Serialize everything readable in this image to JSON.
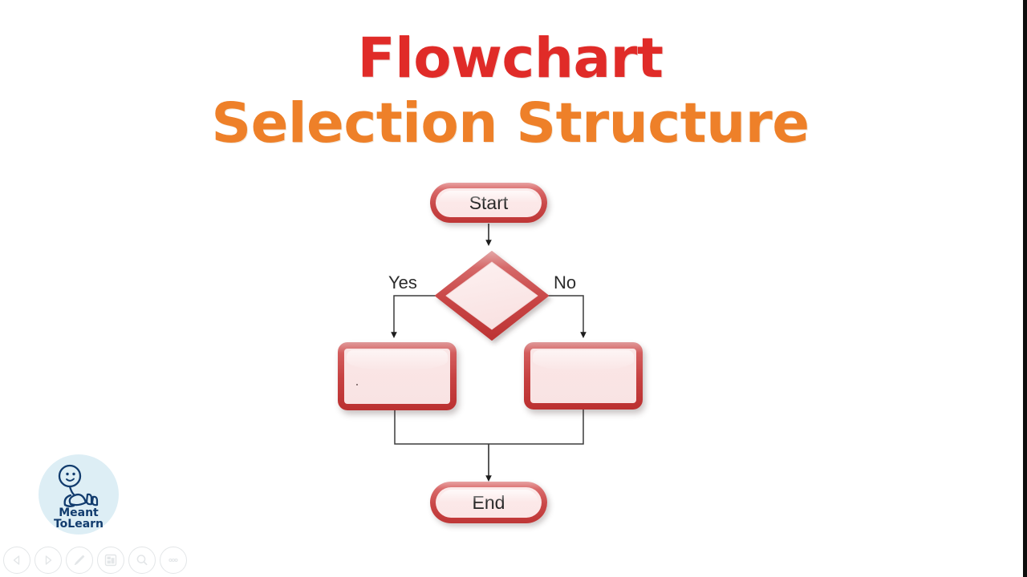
{
  "page": {
    "background_color": "#ffffff",
    "window_border_color": "#0d0d0d"
  },
  "title": {
    "line1": "Flowchart",
    "line1_color": "#e02b28",
    "line2": "Selection Structure",
    "line2_color": "#ee8029"
  },
  "flowchart": {
    "nodes": [
      {
        "id": "start",
        "type": "terminator",
        "label": "Start"
      },
      {
        "id": "decision",
        "type": "decision",
        "label": ""
      },
      {
        "id": "yes-action",
        "type": "process",
        "label": ""
      },
      {
        "id": "no-action",
        "type": "process",
        "label": ""
      },
      {
        "id": "end",
        "type": "terminator",
        "label": "End"
      }
    ],
    "edge_labels": {
      "yes": "Yes",
      "no": "No"
    },
    "shape_fill": "#fae6e6",
    "shape_border": "#c33f3f",
    "connector_color": "#3c3c3c"
  },
  "logo": {
    "line1": "Meant",
    "line2": "ToLearn",
    "circle_color": "#ddeef5",
    "text_color": "#123c6e",
    "icon": "stick-figure-icon"
  },
  "toolbar": {
    "buttons": [
      {
        "name": "previous-slide-button",
        "icon": "triangle-left-icon",
        "label": "Previous"
      },
      {
        "name": "next-slide-button",
        "icon": "triangle-right-icon",
        "label": "Next"
      },
      {
        "name": "pen-tool-button",
        "icon": "pen-icon",
        "label": "Pen"
      },
      {
        "name": "slide-grid-button",
        "icon": "grid-slides-icon",
        "label": "All Slides"
      },
      {
        "name": "zoom-button",
        "icon": "magnifier-icon",
        "label": "Zoom"
      },
      {
        "name": "more-options-button",
        "icon": "ellipsis-icon",
        "label": "More options"
      }
    ]
  }
}
